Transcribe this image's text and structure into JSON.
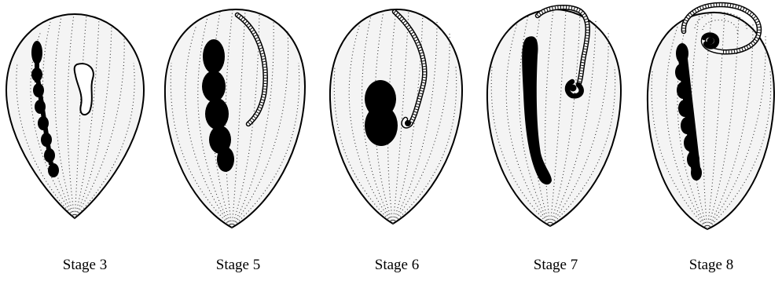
{
  "figure": {
    "stages": [
      {
        "label": "Stage 3"
      },
      {
        "label": "Stage 5"
      },
      {
        "label": "Stage 6"
      },
      {
        "label": "Stage 7"
      },
      {
        "label": "Stage 8"
      }
    ]
  }
}
